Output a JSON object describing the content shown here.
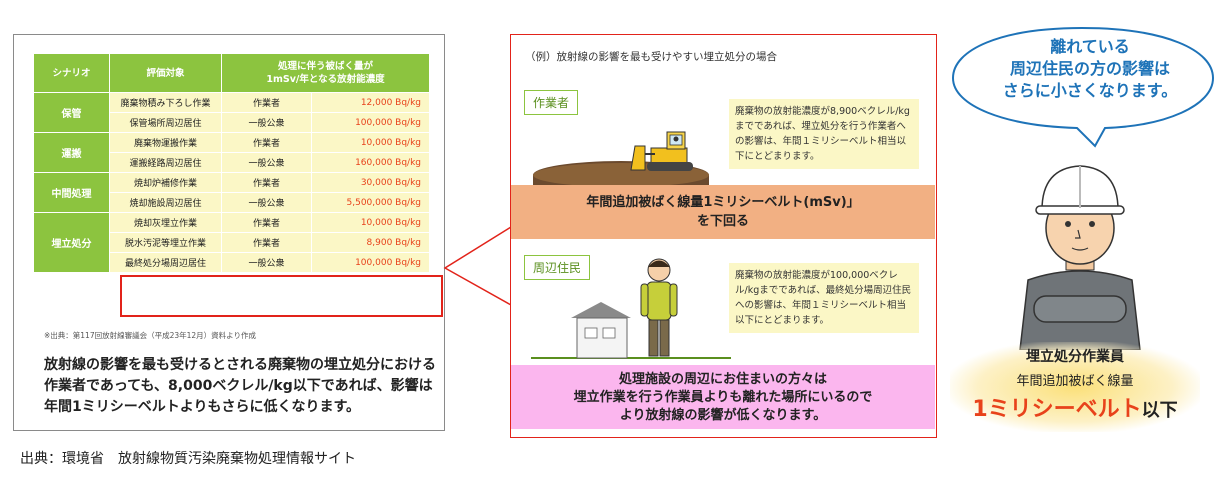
{
  "table": {
    "headers": [
      "シナリオ",
      "評価対象",
      "処理に伴う被ばく量が\n1mSv/年となる放射能濃度"
    ],
    "groups": [
      {
        "scenario": "保管",
        "rows": [
          {
            "target": "廃棄物積み下ろし作業",
            "kind": "作業者",
            "value": "12,000 Bq/kg"
          },
          {
            "target": "保管場所周辺居住",
            "kind": "一般公衆",
            "value": "100,000 Bq/kg"
          }
        ]
      },
      {
        "scenario": "運搬",
        "rows": [
          {
            "target": "廃棄物運搬作業",
            "kind": "作業者",
            "value": "10,000 Bq/kg"
          },
          {
            "target": "運搬経路周辺居住",
            "kind": "一般公衆",
            "value": "160,000 Bq/kg"
          }
        ]
      },
      {
        "scenario": "中間処理",
        "rows": [
          {
            "target": "焼却炉補修作業",
            "kind": "作業者",
            "value": "30,000 Bq/kg"
          },
          {
            "target": "焼却施設周辺居住",
            "kind": "一般公衆",
            "value": "5,500,000 Bq/kg"
          }
        ]
      },
      {
        "scenario": "埋立処分",
        "rows": [
          {
            "target": "焼却灰埋立作業",
            "kind": "作業者",
            "value": "10,000 Bq/kg"
          },
          {
            "target": "脱水汚泥等埋立作業",
            "kind": "作業者",
            "value": "8,900 Bq/kg"
          },
          {
            "target": "最終処分場周辺居住",
            "kind": "一般公衆",
            "value": "100,000 Bq/kg"
          }
        ]
      }
    ]
  },
  "left": {
    "source_note": "※出典：第117回放射線審議会（平成23年12月）資料より作成",
    "summary": "放射線の影響を最も受けるとされる廃棄物の埋立処分における作業者であっても、8,000ベクレル/kg以下であれば、影響は年間1ミリシーベルトよりもさらに低くなります。"
  },
  "middle": {
    "title": "（例）放射線の影響を最も受けやすい埋立処分の場合",
    "tag_worker": "作業者",
    "note_worker": "廃棄物の放射能濃度が8,900ベクレル/kgまでであれば、埋立処分を行う作業者への影響は、年間１ミリシーベルト相当以下にとどまります。",
    "bar_orange_l1": "年間追加被ばく線量1ミリシーベルト(mSv)」",
    "bar_orange_l2": "を下回る",
    "tag_resident": "周辺住民",
    "note_resident": "廃棄物の放射能濃度が100,000ベクレル/kgまでであれば、最終処分場周辺住民への影響は、年間１ミリシーベルト相当以下にとどまります。",
    "bar_pink_l1": "処理施設の周辺にお住まいの方々は",
    "bar_pink_l2": "埋立作業を行う作業員よりも離れた場所にいるので",
    "bar_pink_l3": "より放射線の影響が低くなります。"
  },
  "right": {
    "speech_l1": "離れている",
    "speech_l2": "周辺住民の方の影響は",
    "speech_l3": "さらに小さくなります。",
    "caption_l1": "埋立処分作業員",
    "caption_l2": "年間追加被ばく線量",
    "caption_accent": "1ミリシーベルト",
    "caption_tail": "以下"
  },
  "footer": {
    "source": "出典：環境省　放射線物質汚染廃棄物処理情報サイト"
  },
  "colors": {
    "table_green": "#8cc43f",
    "table_cell": "#fbf7c6",
    "value_red": "#e8421b",
    "highlight_red": "#e2231a",
    "orange_bar": "#f2b083",
    "pink_bar": "#fbb6ee",
    "speech_blue": "#1e73b8"
  }
}
